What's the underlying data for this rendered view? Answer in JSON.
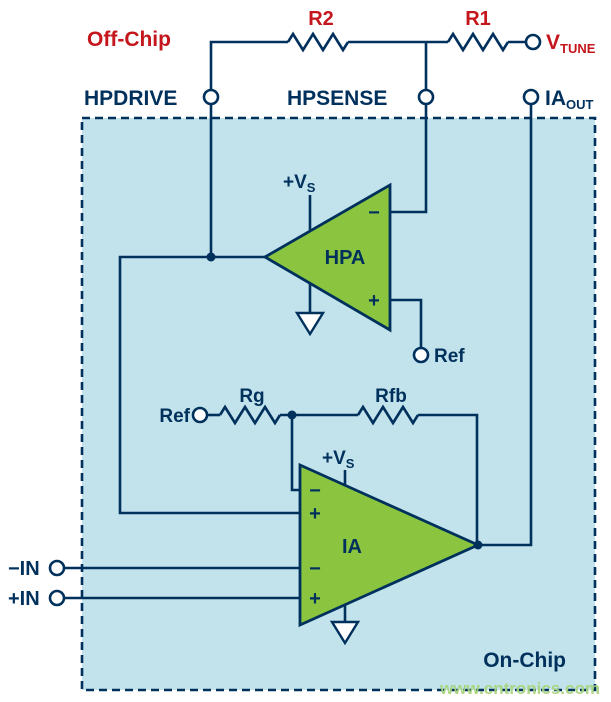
{
  "diagram": {
    "type": "circuit-schematic",
    "regions": {
      "off_chip": "Off-Chip",
      "on_chip": "On-Chip"
    }
  },
  "colors": {
    "navy": "#00305c",
    "red": "#c4161c",
    "amp_green": "#8bc540",
    "chip_fill": "#c2e2ec",
    "watermark_green": "#a9d57f",
    "background": "#ffffff"
  },
  "labels": {
    "off_chip": "Off-Chip",
    "on_chip": "On-Chip",
    "r2": "R2",
    "r1": "R1",
    "rg": "Rg",
    "rfb": "Rfb",
    "vtune_main": "V",
    "vtune_sub": "TUNE",
    "hpdrive": "HPDRIVE",
    "hpsense": "HPSENSE",
    "iaout_main": "IA",
    "iaout_sub": "OUT",
    "vs_main": "+V",
    "vs_sub": "S",
    "ref": "Ref",
    "hpa": "HPA",
    "ia": "IA",
    "minus": "−",
    "plus": "+",
    "minus_in": "−IN",
    "plus_in": "+IN",
    "watermark": "www.cntronics.com"
  }
}
